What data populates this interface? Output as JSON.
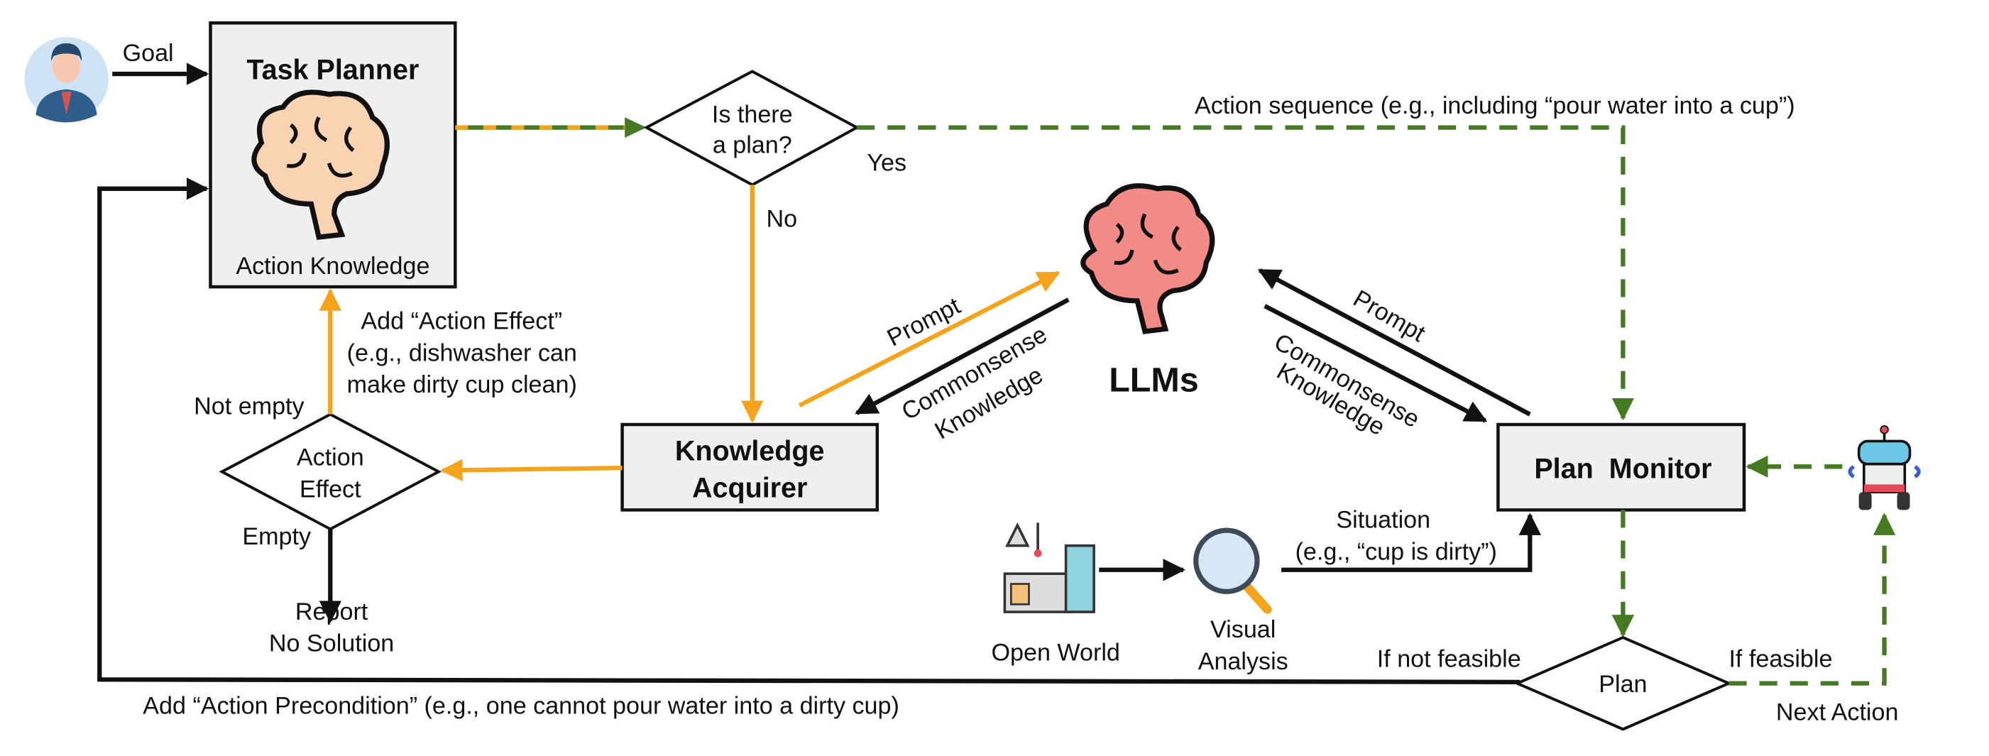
{
  "colors": {
    "orange": "#F5A31A",
    "green": "#437A22",
    "box_fill": "#EFEFEF",
    "llm_brain": "#F28B86",
    "planner_brain": "#FAD3B2"
  },
  "nodes": {
    "user": {
      "icon": "user-avatar-icon"
    },
    "task_planner": {
      "title": "Task Planner",
      "subtitle": "Action Knowledge",
      "icon": "brain-icon"
    },
    "plan_check": {
      "line1": "Is there",
      "line2": "a plan?"
    },
    "knowledge_acquirer": {
      "line1": "Knowledge",
      "line2": "Acquirer"
    },
    "action_effect": {
      "line1": "Action",
      "line2": "Effect"
    },
    "llms": {
      "label": "LLMs",
      "icon": "brain-icon"
    },
    "plan_monitor": {
      "label": "Plan  Monitor"
    },
    "plan_decision": {
      "label": "Plan"
    },
    "robot": {
      "icon": "robot-icon"
    },
    "open_world": {
      "label": "Open World",
      "icon": "kitchen-icon"
    },
    "visual_analysis": {
      "line1": "Visual",
      "line2": "Analysis",
      "icon": "magnifier-icon"
    },
    "report": {
      "line1": "Report",
      "line2": "No Solution"
    }
  },
  "edges": {
    "goal": "Goal",
    "yes": "Yes",
    "no": "No",
    "action_sequence": "Action sequence (e.g., including “pour water into a cup”)",
    "add_effect_1": "Add  “Action Effect”",
    "add_effect_2": "(e.g., dishwasher can",
    "add_effect_3": "make dirty cup clean)",
    "not_empty": "Not empty",
    "empty": "Empty",
    "prompt_left": "Prompt",
    "commonsense_left_1": "Commonsense",
    "commonsense_left_2": "Knowledge",
    "prompt_right": "Prompt",
    "commonsense_right_1": "Commonsense",
    "commonsense_right_2": "Knowledge",
    "situation_1": "Situation",
    "situation_2": "(e.g., “cup is dirty”)",
    "if_not_feasible": "If not feasible",
    "if_feasible": "If feasible",
    "next_action": "Next Action",
    "add_precondition": "Add “Action Precondition” (e.g., one cannot pour water into a dirty cup)"
  }
}
